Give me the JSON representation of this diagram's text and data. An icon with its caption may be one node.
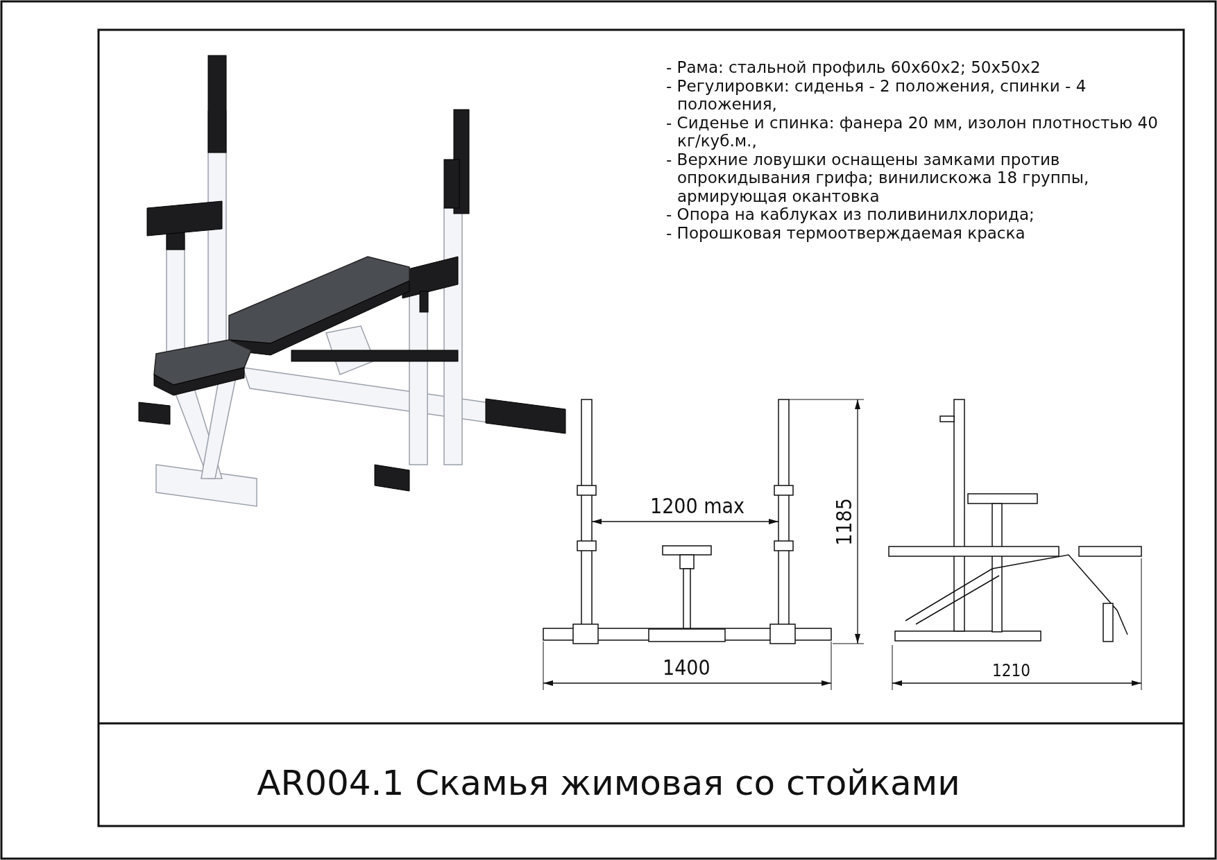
{
  "diagram": {
    "title": "AR004.1 Скамья жимовая со стойками",
    "labels": [
      "- Рама: стальной профиль 60х60х2; 50х50х2",
      "- Регулировки: сиденья - 2 положения, спинки - 4 положения,",
      "- Сиденье и спинка: фанера 20 мм, изолон плотностью 40 кг/куб.м.,",
      "- Верхние ловушки оснащены замками против опрокидывания грифа; винилискожа 18 группы, армирующая окантовка",
      "- Опора на каблуках из поливинилхлорида;",
      "- Порошковая термоотверждаемая краска",
      "1200 max",
      "1185",
      "1400",
      "1210"
    ]
  }
}
